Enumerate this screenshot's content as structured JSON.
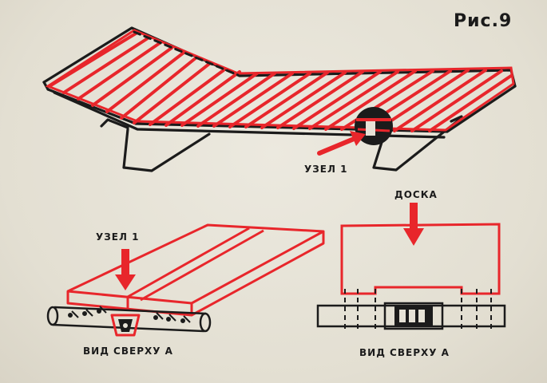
{
  "figure": {
    "title": "Рис.9",
    "labels": {
      "node_top": "УЗЕЛ 1",
      "node_bottom": "УЗЕЛ 1",
      "board": "ДОСКА",
      "view_left": "ВИД СВЕРХУ А",
      "view_right": "ВИД СВЕРХУ А"
    },
    "colors": {
      "accent": "#e8262b",
      "ink": "#1b1b1b",
      "paper": "#e6e2d6"
    }
  }
}
